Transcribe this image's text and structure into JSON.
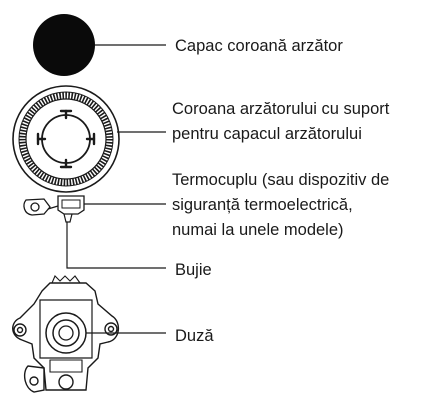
{
  "labels": {
    "cap": "Capac coroană arzător",
    "crown": [
      "Coroana arzătorului cu suport",
      "pentru capacul arzătorului"
    ],
    "thermocouple": [
      "Termocuplu (sau dispozitiv de",
      "siguranță termoelectrică,",
      "numai la unele modele)"
    ],
    "spark_plug": "Bujie",
    "nozzle": "Duză"
  },
  "colors": {
    "ink": "#1a1a1a",
    "cap_fill": "#0a0a0a",
    "background": "#ffffff"
  }
}
